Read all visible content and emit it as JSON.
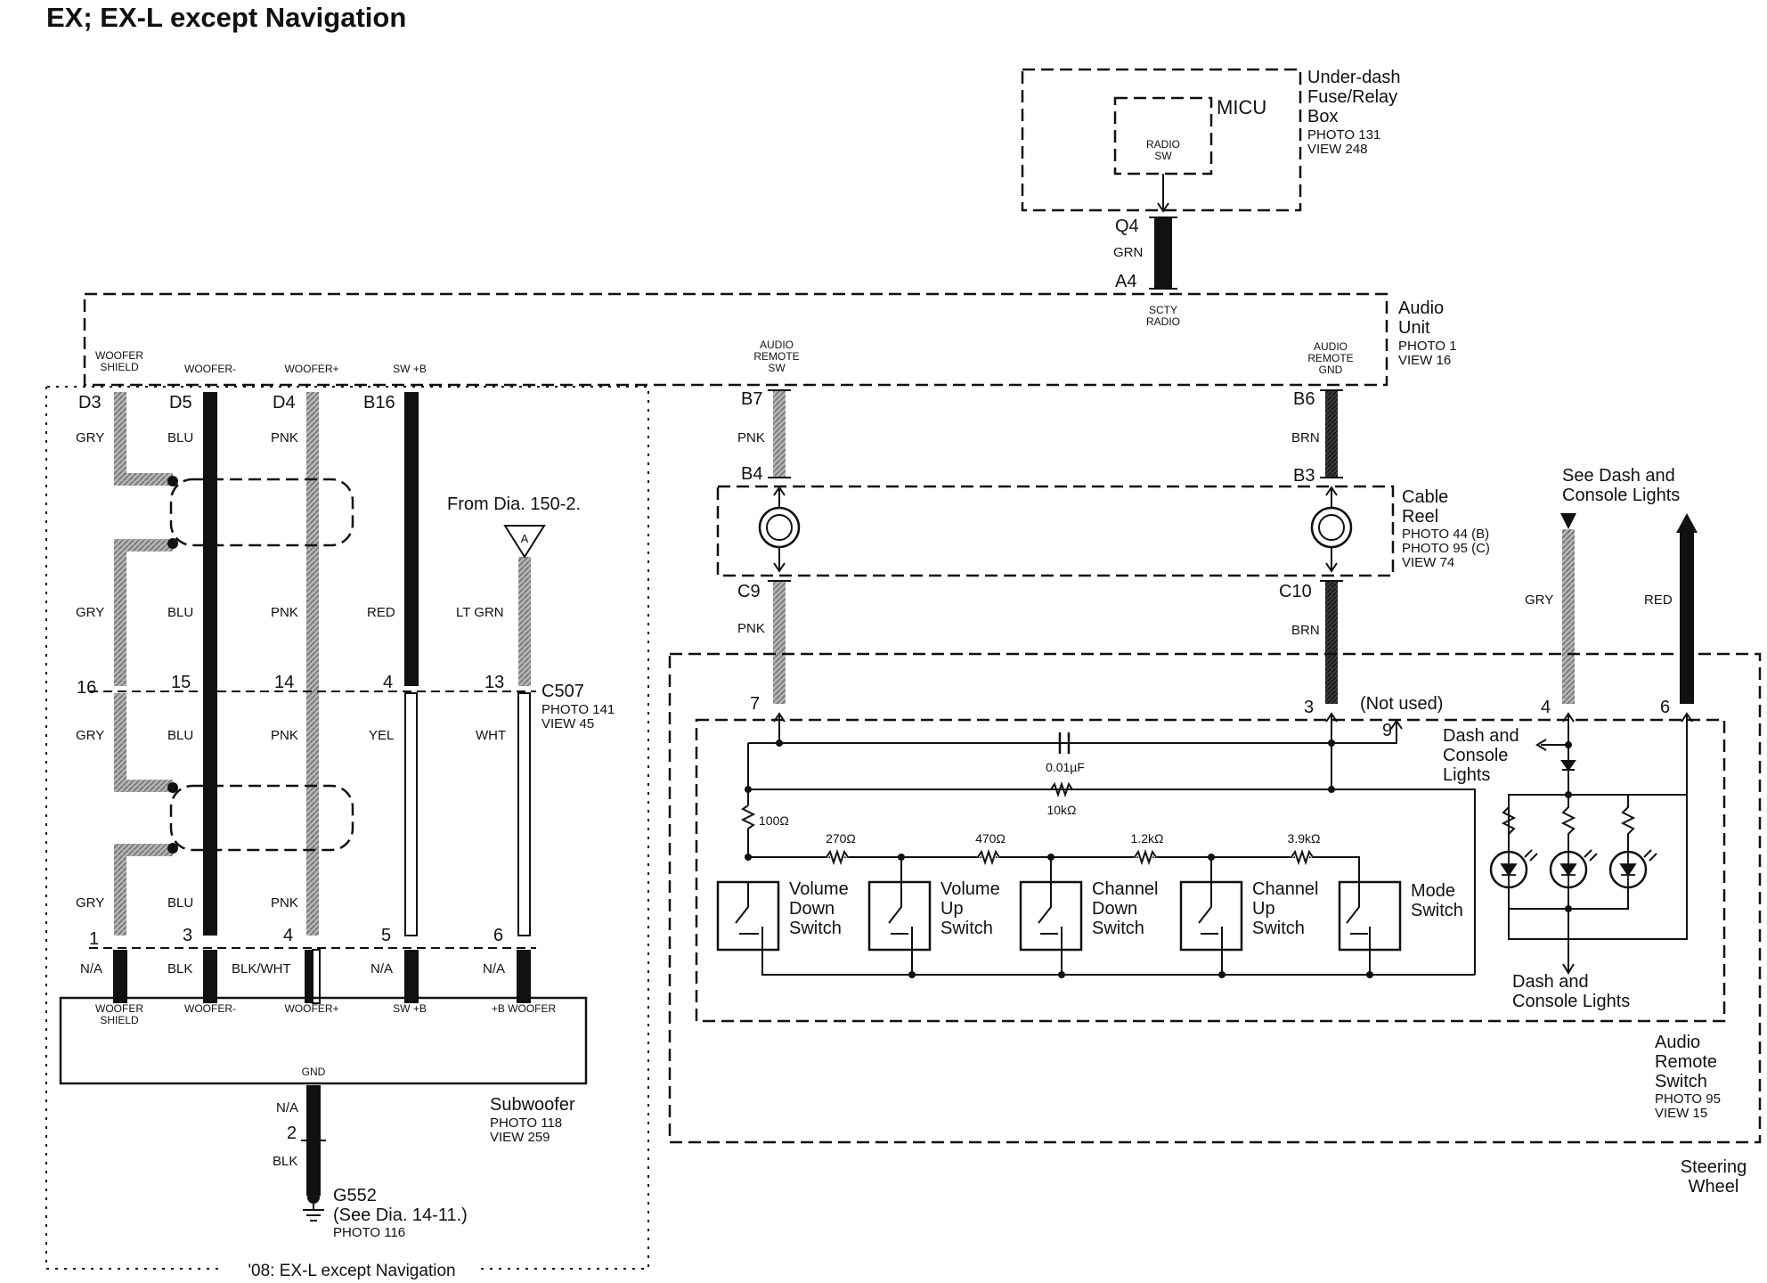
{
  "title": "EX; EX-L except Navigation",
  "fuse_box": {
    "label": "Under-dash Fuse/Relay Box",
    "line1": "Under-dash",
    "line2": "Fuse/Relay",
    "line3": "Box",
    "photo": "PHOTO 131",
    "view": "VIEW 248",
    "micu": "MICU",
    "radio_sw_1": "RADIO",
    "radio_sw_2": "SW",
    "pin_top": "Q4",
    "wire_color": "GRN",
    "pin_bottom": "A4",
    "scty_1": "SCTY",
    "scty_2": "RADIO"
  },
  "audio_unit": {
    "line1": "Audio",
    "line2": "Unit",
    "photo": "PHOTO 1",
    "view": "VIEW 16",
    "terminals": [
      {
        "l1": "WOOFER",
        "l2": "SHIELD"
      },
      {
        "l1": "WOOFER-",
        "l2": ""
      },
      {
        "l1": "WOOFER+",
        "l2": ""
      },
      {
        "l1": "SW +B",
        "l2": ""
      }
    ],
    "remote_sw": {
      "l1": "AUDIO",
      "l2": "REMOTE",
      "l3": "SW"
    },
    "remote_gnd": {
      "l1": "AUDIO",
      "l2": "REMOTE",
      "l3": "GND"
    }
  },
  "woofer_wires": {
    "top_pins": [
      "D3",
      "D5",
      "D4",
      "B16"
    ],
    "top_colors": [
      "GRY",
      "BLU",
      "PNK",
      ""
    ],
    "mid_colors": [
      "GRY",
      "BLU",
      "PNK",
      "RED",
      "LT GRN"
    ],
    "c507_pins": [
      "16",
      "15",
      "14",
      "4",
      "13"
    ],
    "lower_colors": [
      "GRY",
      "BLU",
      "PNK",
      "YEL",
      "WHT"
    ],
    "low_colors": [
      "GRY",
      "BLU",
      "PNK"
    ],
    "sub_pins": [
      "1",
      "3",
      "4",
      "5",
      "6"
    ],
    "sub_colors": [
      "N/A",
      "BLK",
      "BLK/WHT",
      "N/A",
      "N/A"
    ],
    "from_dia": "From Dia. 150-2.",
    "connector_letter": "A",
    "c507": "C507",
    "c507_photo": "PHOTO 141",
    "c507_view": "VIEW 45"
  },
  "subwoofer": {
    "terminals": [
      {
        "l1": "WOOFER",
        "l2": "SHIELD"
      },
      {
        "l1": "WOOFER-",
        "l2": ""
      },
      {
        "l1": "WOOFER+",
        "l2": ""
      },
      {
        "l1": "SW +B",
        "l2": ""
      },
      {
        "l1": "+B WOOFER",
        "l2": ""
      }
    ],
    "gnd": "GND",
    "name": "Subwoofer",
    "photo": "PHOTO 118",
    "view": "VIEW 259",
    "ground_top_color": "N/A",
    "ground_pin": "2",
    "ground_color": "BLK",
    "ground_name": "G552",
    "ground_see": "(See Dia. 14-11.)",
    "ground_photo": "PHOTO 116"
  },
  "option_note": "'08: EX-L except Navigation",
  "cable_reel": {
    "line1": "Cable",
    "line2": "Reel",
    "photo_b": "PHOTO 44 (B)",
    "photo_c": "PHOTO 95 (C)",
    "view": "VIEW 74",
    "left_pins": [
      "B7",
      "B4",
      "C9"
    ],
    "right_pins": [
      "B6",
      "B3",
      "C10"
    ],
    "left_color": "PNK",
    "right_color": "BRN"
  },
  "dash_lights": {
    "see_1": "See Dash and",
    "see_2": "Console Lights",
    "gry": "GRY",
    "red": "RED",
    "label_1": "Dash and",
    "label_2": "Console",
    "label_3": "Lights",
    "bottom_1": "Dash and",
    "bottom_2": "Console Lights"
  },
  "remote_switch": {
    "pins": [
      "7",
      "3",
      "9",
      "4",
      "6"
    ],
    "not_used": "(Not used)",
    "capacitor": "0.01µF",
    "r10k": "10kΩ",
    "r100": "100Ω",
    "resistors": [
      "270Ω",
      "470Ω",
      "1.2kΩ",
      "3.9kΩ"
    ],
    "switches": [
      [
        "Volume",
        "Down",
        "Switch"
      ],
      [
        "Volume",
        "Up",
        "Switch"
      ],
      [
        "Channel",
        "Down",
        "Switch"
      ],
      [
        "Channel",
        "Up",
        "Switch"
      ],
      [
        "Mode",
        "Switch",
        ""
      ]
    ],
    "name_1": "Audio",
    "name_2": "Remote",
    "name_3": "Switch",
    "photo": "PHOTO 95",
    "view": "VIEW 15"
  },
  "steering": {
    "line1": "Steering",
    "line2": "Wheel"
  },
  "colors": {
    "wire_black": "#111111",
    "wire_gray": "#8a8a8a",
    "ink": "#111111"
  }
}
